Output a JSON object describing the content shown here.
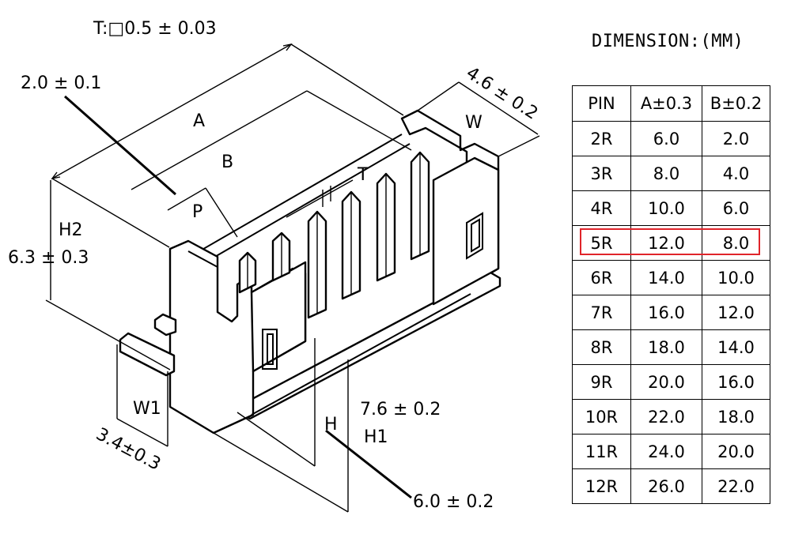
{
  "labels": {
    "thickness": "T:□0.5 ± 0.03",
    "pitch_tol": "2.0 ± 0.1",
    "a": "A",
    "b": "B",
    "p": "P",
    "t": "T",
    "w": "W",
    "w_dim": "4.6 ± 0.2",
    "h2": "H2",
    "h2_dim": "6.3 ± 0.3",
    "w1": "W1",
    "w1_dim": "3.4±0.3",
    "h1_dim": "7.6 ± 0.2",
    "h1": "H1",
    "h": "H",
    "h_dim": "6.0 ± 0.2"
  },
  "table": {
    "title": "DIMENSION:(MM)",
    "headers": [
      "PIN",
      "A±0.3",
      "B±0.2"
    ],
    "rows": [
      [
        "2R",
        "6.0",
        "2.0"
      ],
      [
        "3R",
        "8.0",
        "4.0"
      ],
      [
        "4R",
        "10.0",
        "6.0"
      ],
      [
        "5R",
        "12.0",
        "8.0"
      ],
      [
        "6R",
        "14.0",
        "10.0"
      ],
      [
        "7R",
        "16.0",
        "12.0"
      ],
      [
        "8R",
        "18.0",
        "14.0"
      ],
      [
        "9R",
        "20.0",
        "16.0"
      ],
      [
        "10R",
        "22.0",
        "18.0"
      ],
      [
        "11R",
        "24.0",
        "20.0"
      ],
      [
        "12R",
        "26.0",
        "22.0"
      ]
    ],
    "highlighted_row": "5R",
    "highlight_color": "#e0242a"
  }
}
